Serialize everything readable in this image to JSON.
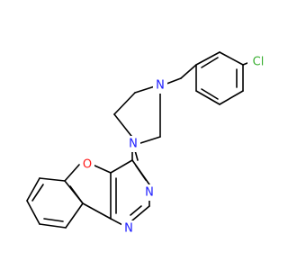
{
  "molecule": {
    "atoms": {
      "cl": {
        "symbol": "Cl",
        "color": "#3cb034"
      },
      "n_pip_top": {
        "symbol": "N",
        "color": "#1a1aff"
      },
      "n_pip_bottom": {
        "symbol": "N",
        "color": "#1a1aff"
      },
      "o_furan": {
        "symbol": "O",
        "color": "#ff1a1a"
      },
      "n_pyr_1": {
        "symbol": "N",
        "color": "#1a1aff"
      },
      "n_pyr_2": {
        "symbol": "N",
        "color": "#1a1aff"
      }
    },
    "bond_color": "#000000"
  }
}
